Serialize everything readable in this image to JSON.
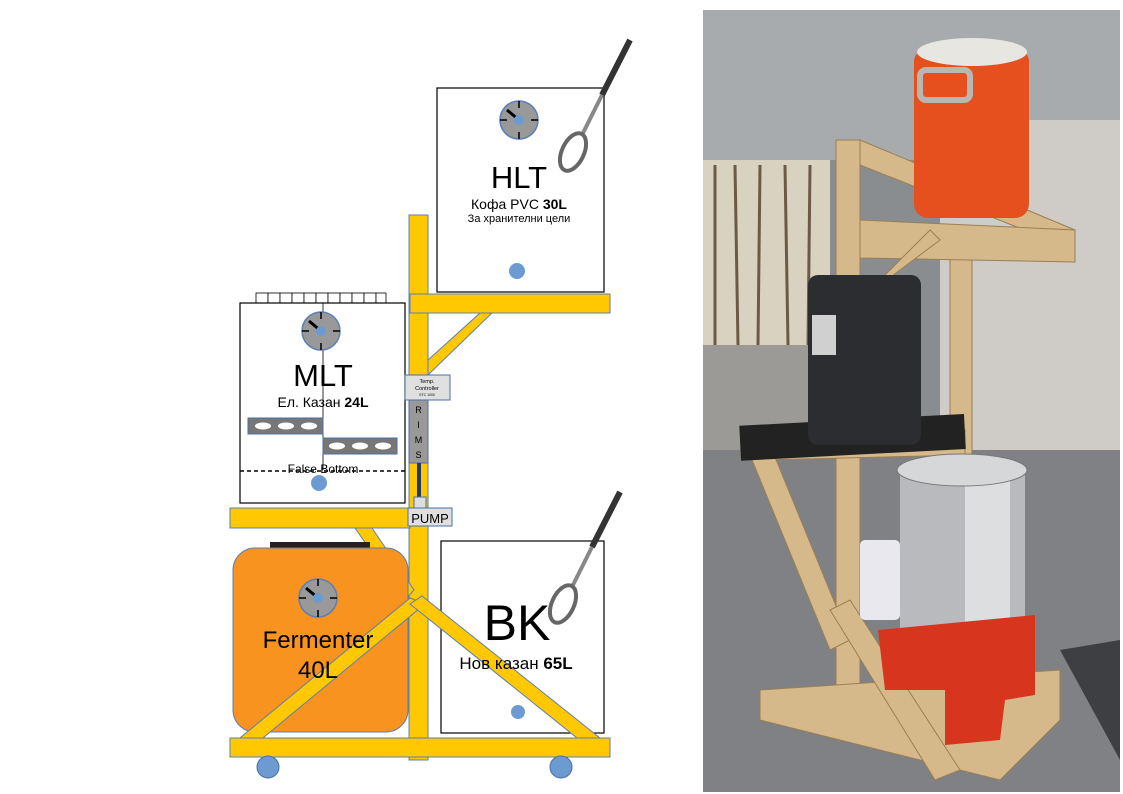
{
  "hlt": {
    "title": "HLT",
    "subtitle_main": "Кофа PVC ",
    "subtitle_bold": "30L",
    "note": "За хранителни цели"
  },
  "mlt": {
    "title": "MLT",
    "subtitle_main": "Ел. Казан ",
    "subtitle_bold": "24L",
    "false_bottom": "False Bottom"
  },
  "controller": {
    "line1": "Temp.",
    "line2": "Controller",
    "line3": "STC 1000"
  },
  "rims": {
    "letters": [
      "R",
      "I",
      "M",
      "S"
    ]
  },
  "pump": {
    "label": "PUMP"
  },
  "fermenter": {
    "line1": "Fermenter",
    "line2": "40L"
  },
  "bk": {
    "title": "BK",
    "subtitle_main": "Нов казан ",
    "subtitle_bold": "65L"
  },
  "colors": {
    "frame": "#ffc800",
    "frame_stroke": "#5b7fb5",
    "valve": "#6c9bd2",
    "fermenter": "#f7931e",
    "gauge": "#999999"
  }
}
